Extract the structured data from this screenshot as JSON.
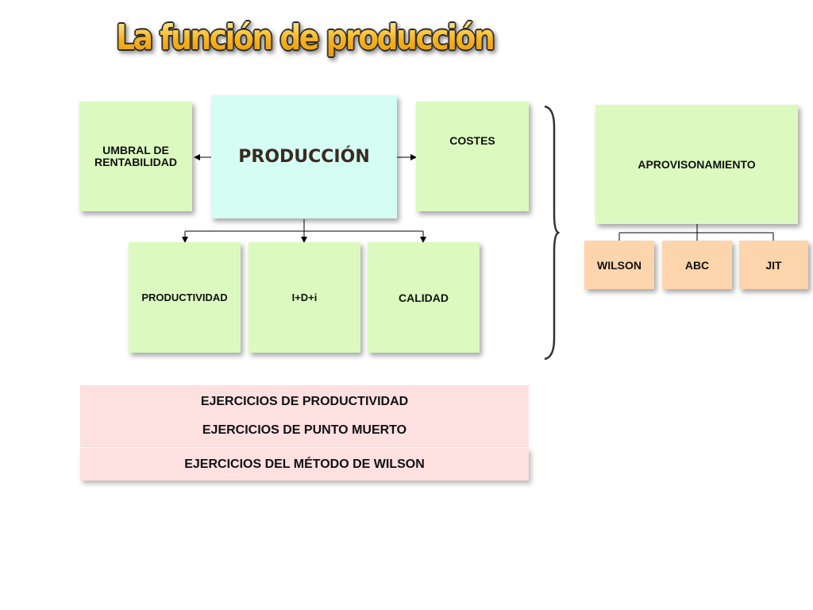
{
  "title": "La función de producción",
  "diagram": {
    "main": "PRODUCCIÓN",
    "left": "UMBRAL DE RENTABILIDAD",
    "right": "COSTES",
    "children": [
      "PRODUCTIVIDAD",
      "I+D+i",
      "CALIDAD"
    ],
    "aprov": {
      "label": "APROVISONAMIENTO",
      "children": [
        "WILSON",
        "ABC",
        "JIT"
      ]
    }
  },
  "exercises": [
    "EJERCICIOS DE PRODUCTIVIDAD",
    "EJERCICIOS DE PUNTO MUERTO",
    "EJERCICIOS DEL MÉTODO DE WILSON"
  ],
  "colors": {
    "green": "#dcfac0",
    "cyan": "#d5fdf4",
    "peach": "#fdd5ac",
    "pink": "#fde0e0",
    "title": "#f6b41a"
  }
}
